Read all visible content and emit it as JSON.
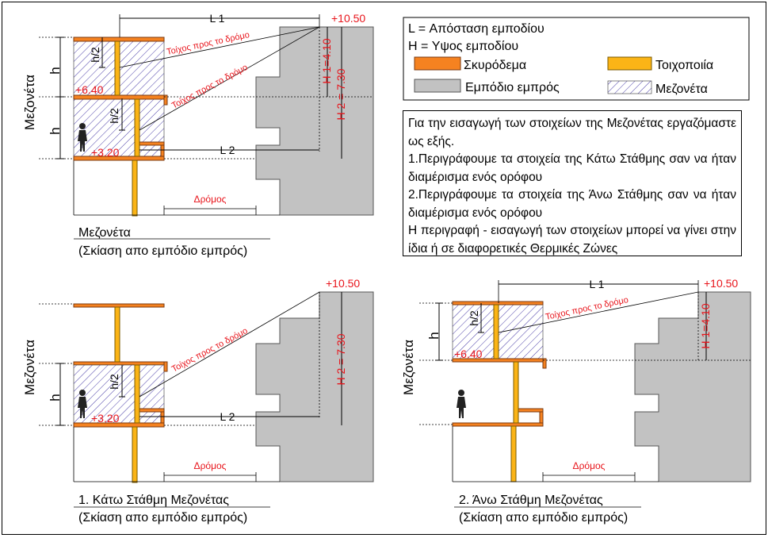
{
  "legend": {
    "l_def": "L = Απόσταση εμποδίου",
    "h_def": "H = Υψος εμποδίου",
    "items": [
      {
        "label": "Σκυρόδεμα",
        "color": "#f58220",
        "icon": "concrete-swatch"
      },
      {
        "label": "Τοιχοποιία",
        "color": "#fbb416",
        "icon": "masonry-swatch"
      },
      {
        "label": "Εμπόδιο εμπρός",
        "color": "#c2c2c2",
        "icon": "obstacle-swatch"
      },
      {
        "label": "Μεζονέτα",
        "color": "#6a5acd",
        "icon": "hatch-swatch"
      }
    ]
  },
  "note": {
    "lines": [
      "Για την εισαγωγή των στοιχείων της Μεζονέτας εργαζόμαστε ως εξής.",
      "1.Περιγράφουμε τα στοιχεία της Κάτω Στάθμης σαν να ήταν διαμέρισμα ενός ορόφου",
      "2.Περιγράφουμε τα στοιχεία της  Άνω Στάθμης σαν να ήταν διαμέρισμα ενός ορόφου",
      "Η περιγραφή - εισαγωγή των στοιχείων μπορεί να γίνει στην ίδια ή σε διαφορετικές Θερμικές Ζώνες"
    ]
  },
  "labels": {
    "maisonette": "Μεζονέτα",
    "h": "h",
    "h_half": "h/2",
    "l1": "L 1",
    "l2": "L 2",
    "h1": "H 1=4.10",
    "h2": "H 2 = 7.30",
    "elev_top": "+10.50",
    "elev_upper": "+6.40",
    "elev_lower": "+3.20",
    "wall_to_road": "Τοίχος προς  το δρόμο",
    "road": "Δρόμος"
  },
  "panels": {
    "main": {
      "title": "Μεζονέτα",
      "subtitle": "(Σκίαση απο εμπόδιο εμπρός)"
    },
    "lower": {
      "title": "1. Κάτω Στάθμη Μεζονέτας",
      "subtitle": "(Σκίαση απο εμπόδιο εμπρός)"
    },
    "upper": {
      "title": "2. Άνω Στάθμη Μεζονέτας",
      "subtitle": "(Σκίαση απο εμπόδιο εμπρός)"
    }
  }
}
